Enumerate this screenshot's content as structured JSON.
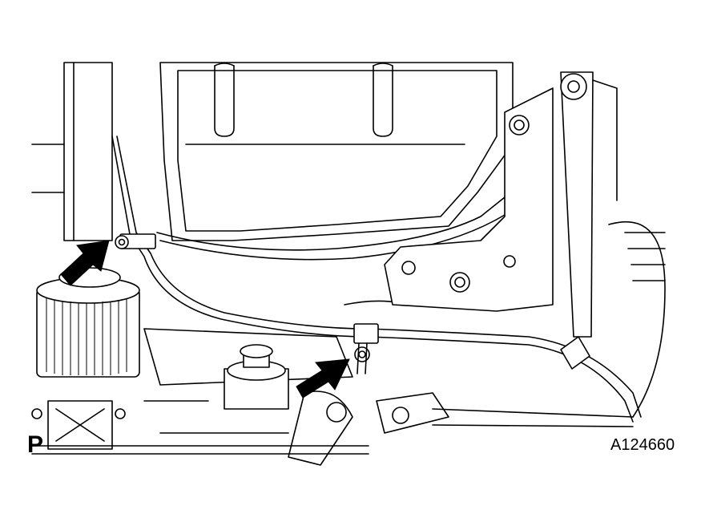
{
  "figure": {
    "view_code": "P",
    "figure_id": "A124660",
    "callout_arrows": [
      "arrow-upper-left-clamp",
      "arrow-lower-center-clamp"
    ],
    "colors": {
      "line": "#000000",
      "background": "#ffffff"
    }
  }
}
